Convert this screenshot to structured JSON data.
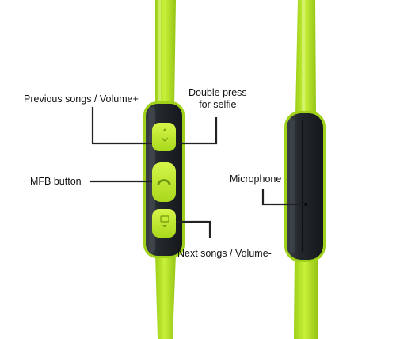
{
  "labels": {
    "previous": "Previous songs / Volume+",
    "double_press_line1": "Double press",
    "double_press_line2": "for selfie",
    "mfb": "MFB button",
    "next": "Next songs / Volume-",
    "microphone": "Microphone"
  },
  "colors": {
    "cable": "#b7e82a",
    "cable_shade": "#8fbf12",
    "remote_body": "#1e2226",
    "button": "#c4ec2c",
    "leader_line": "#222222"
  },
  "icons": {
    "top_button": "volume-up-icon",
    "middle_button": "phone-icon",
    "bottom_button": "volume-down-icon"
  }
}
